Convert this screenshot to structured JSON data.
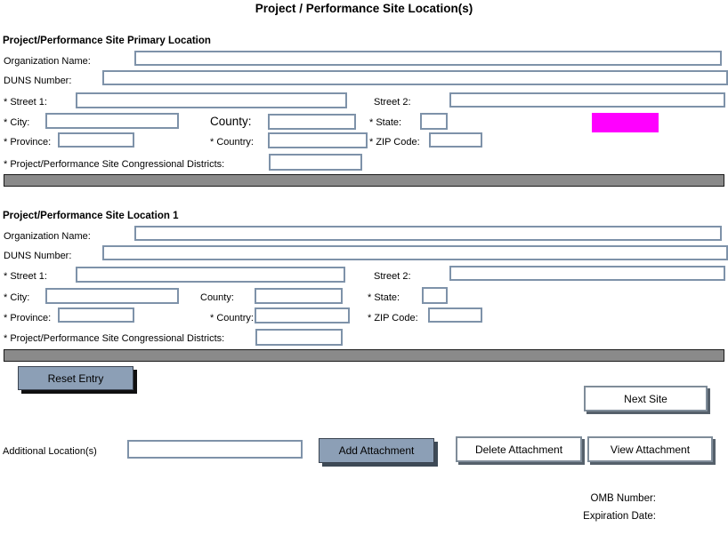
{
  "title": "Project / Performance Site Location(s)",
  "sections": [
    {
      "header": "Project/Performance Site Primary Location"
    },
    {
      "header": "Project/Performance Site Location 1"
    }
  ],
  "field_labels": {
    "org": "Organization Name:",
    "duns": "DUNS Number:",
    "street1": "* Street 1:",
    "street2": "Street 2:",
    "city": "* City:",
    "county": "County:",
    "state": "* State:",
    "province": "* Province:",
    "country": "* Country:",
    "zip": "* ZIP Code:",
    "districts": "* Project/Performance Site Congressional Districts:"
  },
  "inputs": {
    "all_values_empty": ""
  },
  "buttons": {
    "reset_entry": "Reset Entry",
    "next_site": "Next Site",
    "add_attachment": "Add Attachment",
    "delete_attachment": "Delete Attachment",
    "view_attachment": "View Attachment"
  },
  "additional_locations": {
    "label": "Additional Location(s)",
    "value": ""
  },
  "footer": {
    "omb_number_label": "OMB Number:",
    "expiration_date_label": "Expiration Date:"
  },
  "colors": {
    "highlight_magenta": "#FF00FF",
    "button_fill_blue": "#8C9FB6",
    "input_border": "#7E92A9",
    "divider_bar_gray": "#8A8A8A",
    "button_shadow_dark": "#101010"
  }
}
